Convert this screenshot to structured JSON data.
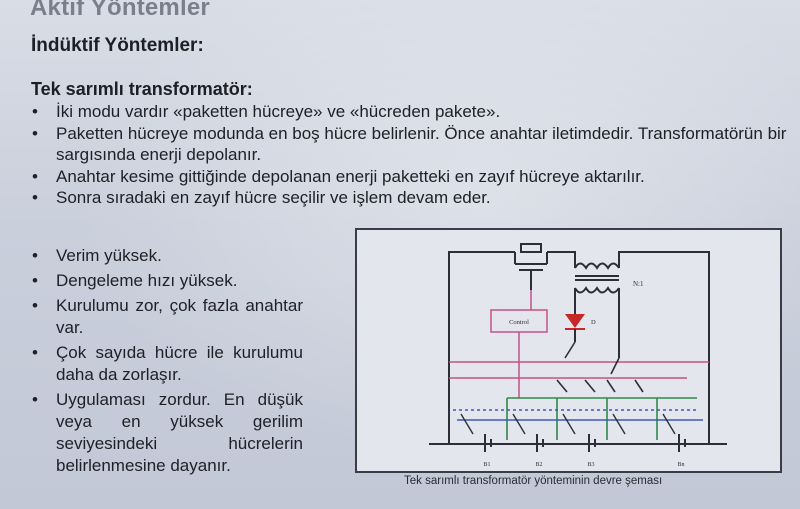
{
  "slide": {
    "title": "Aktif Yöntemler",
    "subtitle": "İndüktif Yöntemler:",
    "section_heading": "Tek sarımlı transformatör:",
    "description_items": [
      "İki modu vardır «paketten hücreye» ve «hücreden pakete».",
      "Paketten hücreye modunda en boş hücre belirlenir. Önce anahtar iletimdedir. Transformatörün bir sargısında enerji depolanır.",
      "Anahtar kesime gittiğinde depolanan enerji paketteki en zayıf hücreye aktarılır.",
      "Sonra sıradaki en zayıf hücre seçilir ve işlem devam eder."
    ],
    "evaluation_items": [
      "Verim yüksek.",
      "Dengeleme hızı yüksek.",
      "Kurulumu zor, çok fazla anahtar var.",
      "Çok sayıda hücre ile kurulumu daha da zorlaşır.",
      "Uygulaması zordur. En düşük veya en yüksek gerilim seviyesindeki hücrelerin belirlenmesine dayanır."
    ],
    "figure": {
      "caption": "Tek sarımlı transformatör yönteminin devre şeması",
      "control_label": "Control",
      "winding_label": "N:1",
      "diode_label": "D",
      "cell_labels": [
        "B1",
        "B2",
        "B3",
        "Bn"
      ]
    }
  },
  "colors": {
    "background": "#c9cfdb",
    "title": "#7a7f8c",
    "text": "#202028",
    "wire_dark": "#2e2e38",
    "wire_pink": "#c4508a",
    "wire_green": "#2f8a4a",
    "wire_blue": "#3e58b8",
    "diode_red": "#c62828"
  }
}
